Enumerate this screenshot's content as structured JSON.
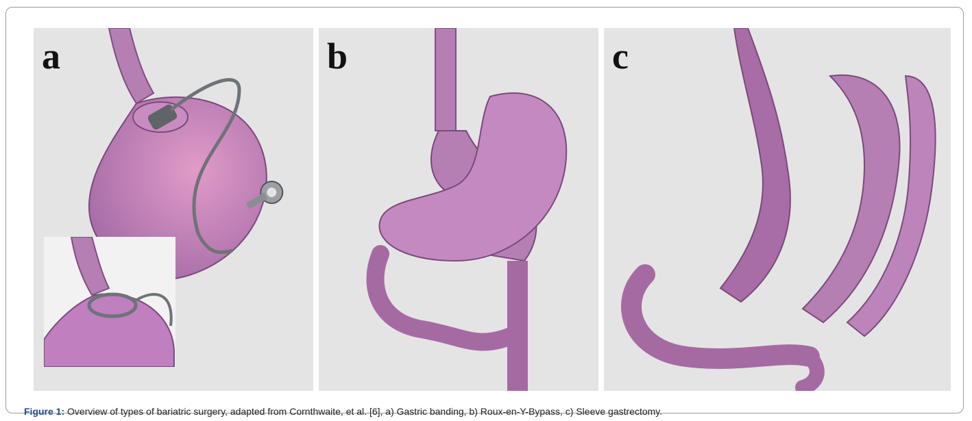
{
  "figure": {
    "panels": [
      {
        "letter": "a"
      },
      {
        "letter": "b"
      },
      {
        "letter": "c"
      }
    ],
    "caption_label": "Figure 1:",
    "caption_text": " Overview of types of bariatric surgery, adapted from Cornthwaite, et al. [6], a) Gastric banding, b) Roux-en-Y-Bypass, c) Sleeve gastrectomy."
  },
  "colors": {
    "panel_bg": "#e4e4e4",
    "tissue": "#b77bb0",
    "tissue_dark": "#8d4f88",
    "band": "#6e7378",
    "caption_label": "#1f4e8c"
  }
}
